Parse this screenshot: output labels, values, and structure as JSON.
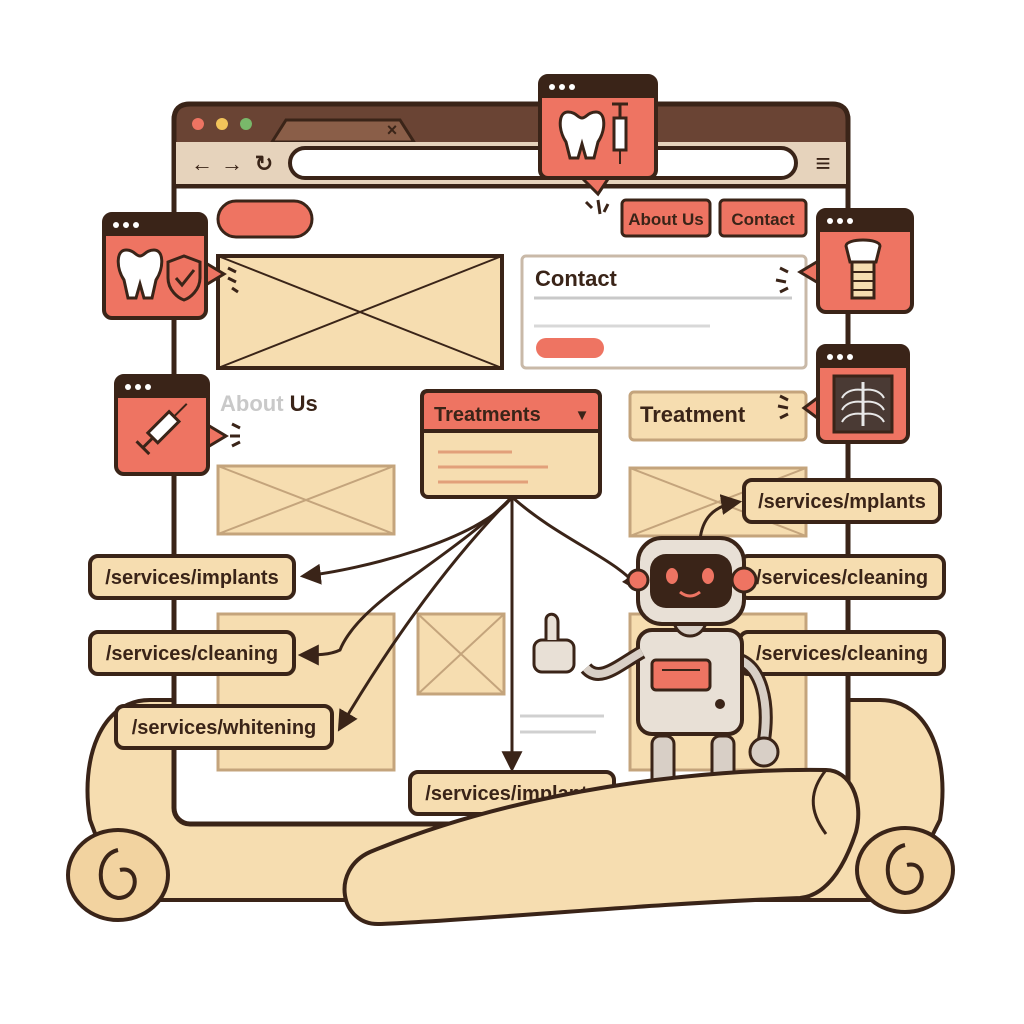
{
  "colors": {
    "outline": "#3a2418",
    "accent": "#ee7462",
    "paper": "#f6ddb0",
    "page_bg": "#ffffff",
    "browser_bar": "#6a4434",
    "gray_text": "#c9c9c9"
  },
  "browser": {
    "close_glyph": "×",
    "nav_buttons": [
      "←",
      "→",
      "↻"
    ],
    "menu_glyph": "≡"
  },
  "nav": {
    "about_label": "About Us",
    "contact_label": "Contact"
  },
  "contact_card": {
    "title": "Contact"
  },
  "about_heading": {
    "part1": "About ",
    "part2": "Us"
  },
  "treatments_dropdown": {
    "label": "Treatments",
    "caret": "▼"
  },
  "treatment_card": {
    "title": "Treatment"
  },
  "routes": {
    "left": [
      "/services/implants",
      "/services/cleaning",
      "/services/whitening"
    ],
    "bottom": "/services/implants",
    "right": [
      "/services/mplants",
      "/services/cleaning",
      "/services/cleaning"
    ]
  },
  "popups": [
    {
      "name": "tooth-syringe-popup",
      "icons": [
        "tooth-icon",
        "syringe-icon"
      ]
    },
    {
      "name": "tooth-shield-popup",
      "icons": [
        "tooth-icon",
        "shield-icon"
      ]
    },
    {
      "name": "syringe-popup",
      "icons": [
        "syringe-icon"
      ]
    },
    {
      "name": "implant-popup",
      "icons": [
        "implant-icon"
      ]
    },
    {
      "name": "xray-popup",
      "icons": [
        "xray-icon"
      ]
    }
  ],
  "mascot": {
    "icon": "robot-icon",
    "gesture": "thumbs-up-icon"
  }
}
